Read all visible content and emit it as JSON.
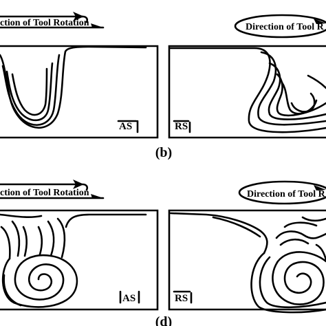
{
  "rotation_labels": {
    "top_left": "ction of Tool Rotation",
    "top_right": "Direction of Tool R",
    "bottom_left": "ction of Tool Rotation",
    "bottom_right": "Direction of Tool R"
  },
  "side_tags": {
    "top_left": "AS",
    "top_right": "RS",
    "bottom_left": "AS",
    "bottom_right": "RS"
  },
  "panel_letters": {
    "top": "(b)",
    "bottom": "(d)"
  }
}
